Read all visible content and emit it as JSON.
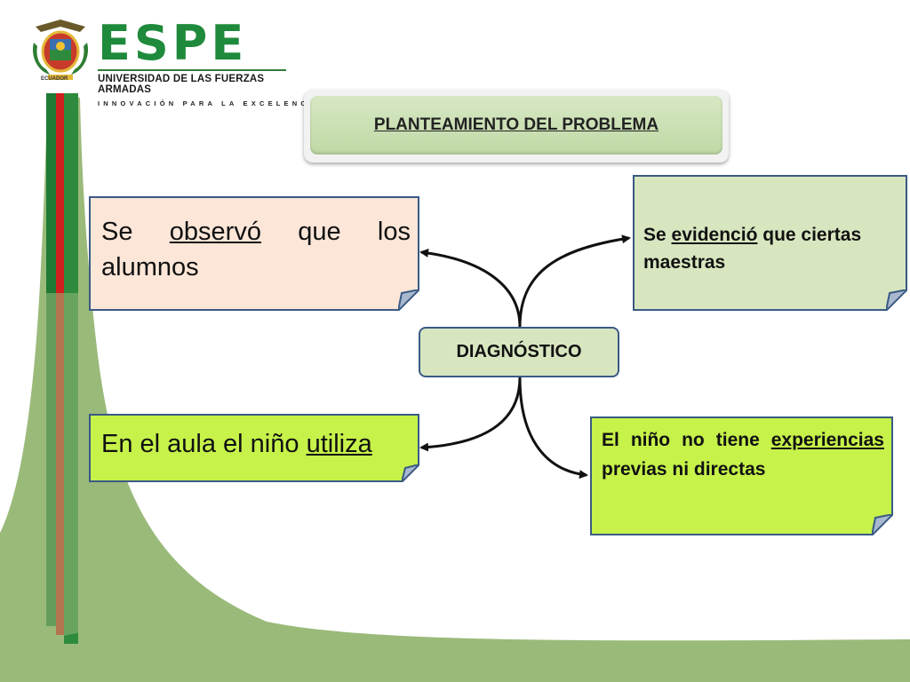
{
  "brand": {
    "name": "ESPE",
    "subtitle": "UNIVERSIDAD DE LAS FUERZAS ARMADAS",
    "tagline": "INNOVACIÓN PARA LA EXCELENCIA",
    "logo_caption": "ECUADOR"
  },
  "title": "PLANTEAMIENTO DEL PROBLEMA",
  "center": "DIAGNÓSTICO",
  "notes": {
    "top_left": {
      "before": "Se ",
      "underlined": "observó",
      "after": " que los alumnos"
    },
    "top_right": {
      "before": "Se ",
      "underlined": "evidenció",
      "after": " que ciertas maestras"
    },
    "bottom_left": {
      "before": "En el aula el niño ",
      "underlined": "utiliza",
      "after": ""
    },
    "bottom_right": {
      "before": "El niño no tiene ",
      "underlined": "experiencias",
      "after": " previas ni directas"
    }
  },
  "colors": {
    "brand_green": "#1f8a3c",
    "background_green": "#9aba7a",
    "note_border": "#3a5a84",
    "note_peach": "#fbe6d8",
    "note_pale_green": "#d8e6c0",
    "note_lime": "#c6f24a"
  }
}
